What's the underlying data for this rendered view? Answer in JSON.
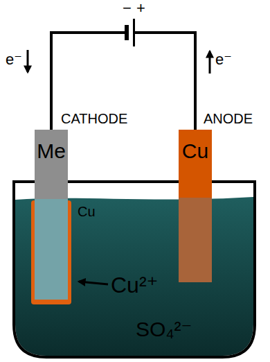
{
  "diagram": {
    "nodes": [
      {
        "text": [
          "Me"
        ]
      },
      {
        "text": [
          "Cu"
        ]
      }
    ],
    "edges": [
      {
        "from": 0,
        "to": 1,
        "arrow": "none"
      }
    ],
    "labels": [
      "−",
      "+",
      "e⁻",
      "e⁻",
      "CATHODE",
      "ANODE",
      "Cu",
      "Cu²⁺",
      "SO₄²⁻"
    ]
  }
}
